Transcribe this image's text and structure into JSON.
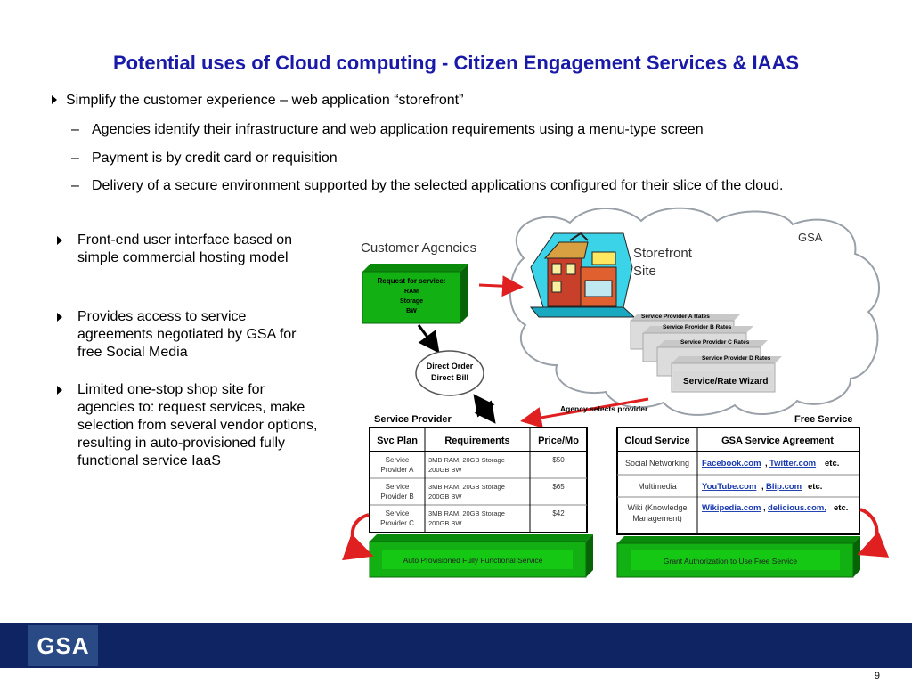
{
  "slide": {
    "title": "Potential uses of Cloud computing - Citizen Engagement Services & IAAS",
    "bullet_main": "Simplify the customer experience – web application “storefront”",
    "sub_bullets": [
      "Agencies identify their infrastructure and web application requirements using a menu-type screen",
      "Payment is by credit card or requisition",
      "Delivery of a secure environment supported by the selected applications configured for their slice of the cloud."
    ],
    "left_bullets": [
      "Front-end user interface based on simple commercial hosting model",
      "Provides access to service agreements negotiated by GSA for free Social Media",
      "Limited one-stop shop site for agencies to: request services, make selection from several vendor options, resulting in auto-provisioned fully functional service IaaS"
    ],
    "page_number": "9"
  },
  "footer": {
    "logo_text": "GSA"
  },
  "diagram": {
    "customer_agencies": "Customer Agencies",
    "request_lines": [
      "Request for service:",
      "RAM",
      "Storage",
      "BW"
    ],
    "storefront_lines": [
      "Storefront",
      "Site"
    ],
    "cloud_label": "GSA",
    "rate_cards": [
      "Service Provider A Rates",
      "Service Provider B Rates",
      "Service Provider C Rates",
      "Service Provider D Rates"
    ],
    "rate_wizard": "Service/Rate Wizard",
    "direct_order_lines": [
      "Direct Order",
      "Direct Bill"
    ],
    "agency_selects": "Agency selects provider",
    "service_provider_label": "Service Provider",
    "free_service_label": "Free Service",
    "sp_table": {
      "headers": [
        "Svc Plan",
        "Requirements",
        "Price/Mo"
      ],
      "rows": [
        {
          "plan": [
            "Service",
            "Provider A"
          ],
          "req": [
            "3MB RAM, 20GB Storage",
            "200GB BW"
          ],
          "price": "$50"
        },
        {
          "plan": [
            "Service",
            "Provider B"
          ],
          "req": [
            "3MB RAM, 20GB Storage",
            "200GB BW"
          ],
          "price": "$65"
        },
        {
          "plan": [
            "Service",
            "Provider C"
          ],
          "req": [
            "3MB RAM, 20GB Storage",
            "200GB BW"
          ],
          "price": "$42"
        }
      ]
    },
    "fs_table": {
      "headers": [
        "Cloud Service",
        "GSA Service Agreement"
      ],
      "rows": [
        {
          "service": [
            "Social Networking"
          ],
          "links": [
            "Facebook.com",
            "Twitter.com"
          ],
          "etc": "etc."
        },
        {
          "service": [
            "Multimedia"
          ],
          "links": [
            "YouTube.com",
            "Blip.com"
          ],
          "etc": "etc."
        },
        {
          "service": [
            "Wiki (Knowledge",
            "Management)"
          ],
          "links": [
            "Wikipedia.com",
            "delicious.com,"
          ],
          "etc": "etc."
        }
      ]
    },
    "auto_provisioned": "Auto Provisioned Fully Functional Service",
    "grant_authorization": "Grant Authorization to Use Free Service"
  }
}
